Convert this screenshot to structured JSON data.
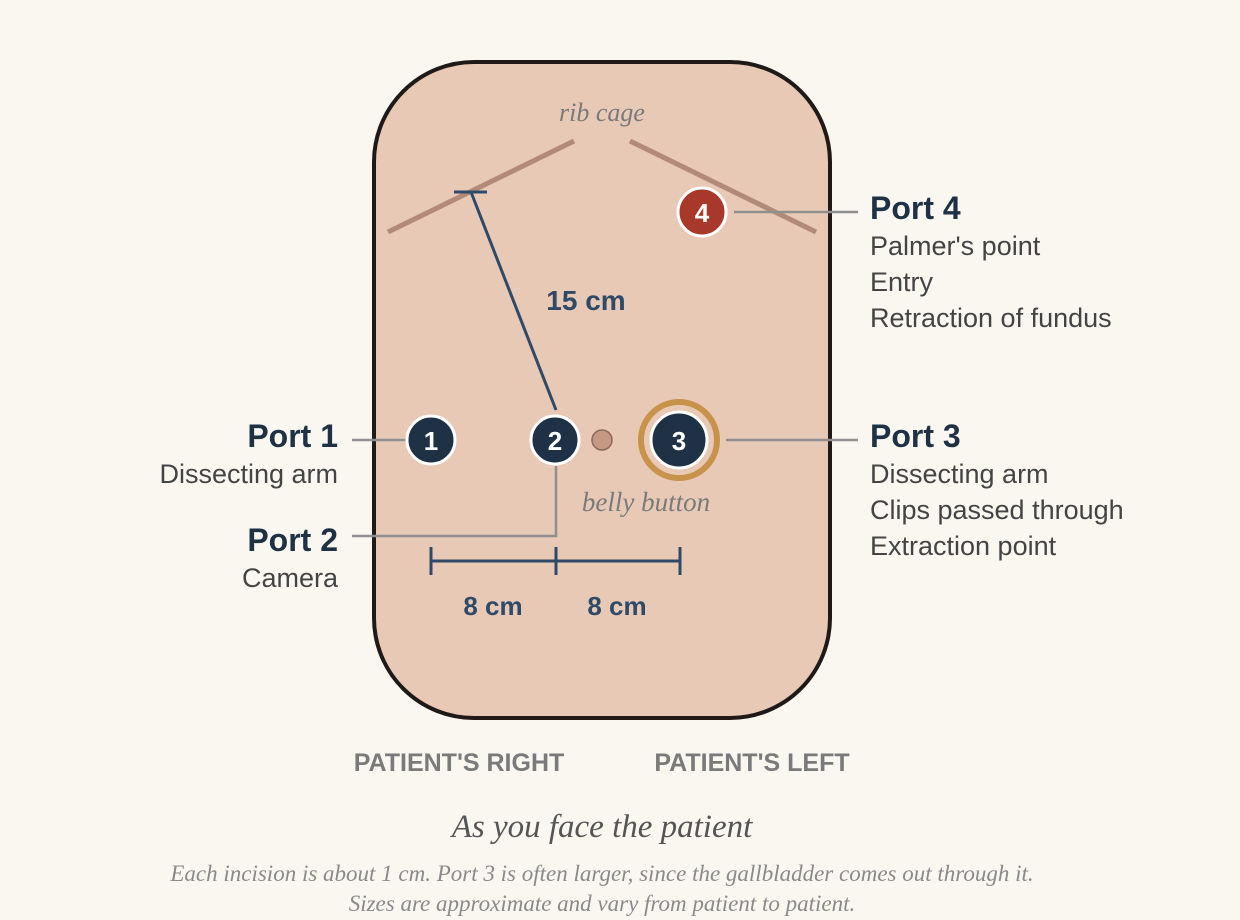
{
  "colors": {
    "background": "#faf7f1",
    "skin": "#e8c9b5",
    "outline": "#1f1a17",
    "rib": "#b38a7a",
    "port_dark": "#1e3145",
    "port_accent": "#a8392a",
    "port_ring": "#c8924a",
    "measure": "#2f4a68",
    "leader": "#8f8f8f",
    "title_text": "#1e3145",
    "body_text": "#444444",
    "muted_text": "#8a8a8a",
    "side_label": "#7a7a7a"
  },
  "anatomy": {
    "rib_cage_label": "rib cage",
    "belly_button_label": "belly button"
  },
  "ports": [
    {
      "number": "1",
      "title": "Port 1",
      "lines": [
        "Dissecting arm"
      ]
    },
    {
      "number": "2",
      "title": "Port 2",
      "lines": [
        "Camera"
      ]
    },
    {
      "number": "3",
      "title": "Port 3",
      "lines": [
        "Dissecting arm",
        "Clips passed through",
        "Extraction point"
      ]
    },
    {
      "number": "4",
      "title": "Port 4",
      "lines": [
        "Palmer's point",
        "Entry",
        "Retraction of fundus"
      ]
    }
  ],
  "measurements": {
    "diagonal": "15 cm",
    "left_span": "8 cm",
    "right_span": "8 cm"
  },
  "orientation": {
    "patient_right": "PATIENT'S RIGHT",
    "patient_left": "PATIENT'S LEFT"
  },
  "caption": {
    "title": "As you face the patient",
    "line1": "Each incision is about 1 cm. Port 3 is often larger, since the gallbladder comes out through it.",
    "line2": "Sizes are approximate and vary from patient to patient."
  }
}
